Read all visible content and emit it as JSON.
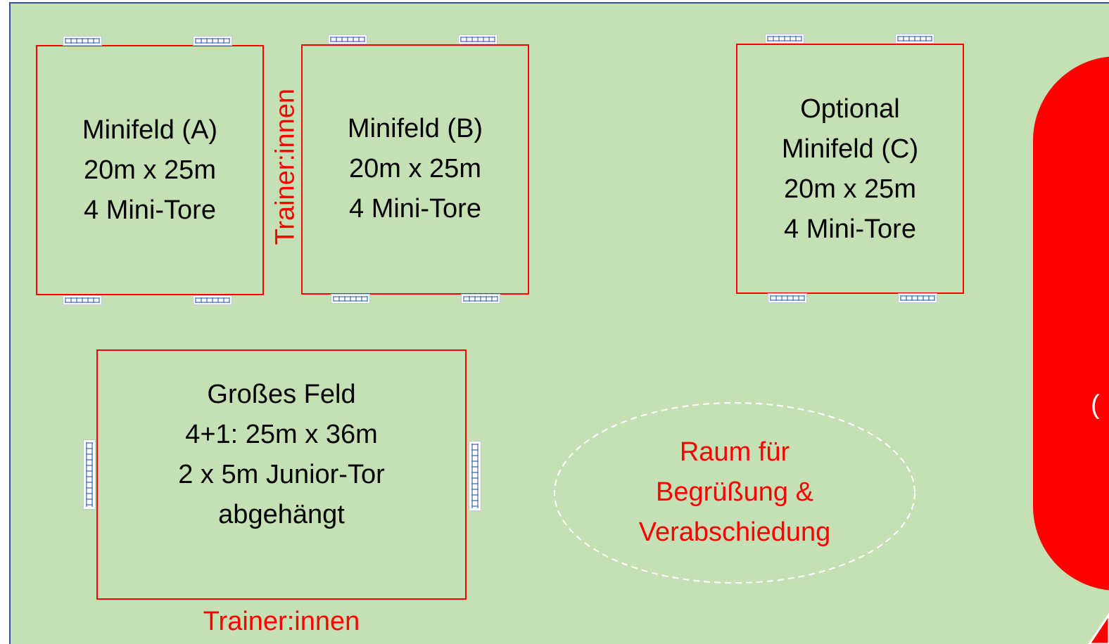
{
  "fields": {
    "a": {
      "lines": [
        "Minifeld (A)",
        "20m x 25m",
        "4 Mini-Tore"
      ]
    },
    "b": {
      "lines": [
        "Minifeld (B)",
        "20m x 25m",
        "4 Mini-Tore"
      ]
    },
    "c": {
      "lines": [
        "Optional",
        "Minifeld (C)",
        "20m x 25m",
        "4 Mini-Tore"
      ]
    },
    "big": {
      "lines": [
        "Großes Feld",
        "4+1: 25m x 36m",
        "2 x 5m Junior-Tor",
        "abgehängt"
      ]
    }
  },
  "trainer_label_vertical": "Trainer:innen",
  "trainer_label_bottom": "Trainer:innen",
  "greeting_area": {
    "lines": [
      "Raum für",
      "Begrüßung &",
      "Verabschiedung"
    ]
  },
  "side_zone_partial_text": "(",
  "colors": {
    "grass": "#c5e0b4",
    "field_line": "#ff0000",
    "goal_net": "#4472c4",
    "border": "#2f528f",
    "zone": "#ff0000"
  }
}
